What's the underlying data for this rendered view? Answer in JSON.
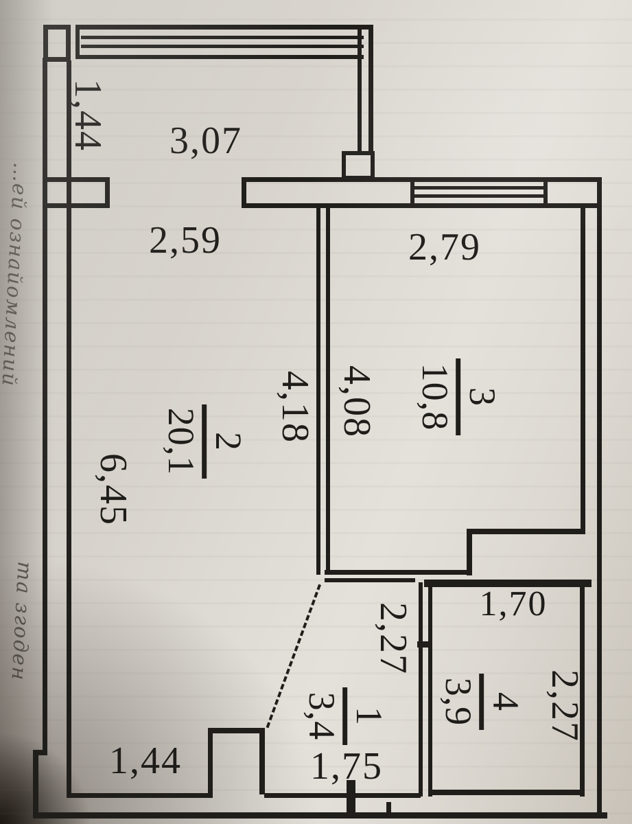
{
  "rooms": {
    "room1": {
      "number": "1",
      "area": "3,4"
    },
    "room2": {
      "number": "2",
      "area": "20,1"
    },
    "room3": {
      "number": "3",
      "area": "10,8"
    },
    "room4": {
      "number": "4",
      "area": "3,9"
    }
  },
  "dimensions": {
    "balcony_width": "1,44",
    "balcony_length": "3,07",
    "hall_opening": "2,59",
    "room3_width": "2,79",
    "room3_depth": "4,08",
    "room2_depth": "4,18",
    "room2_left_side": "6,45",
    "room1_depth": "2,27",
    "room4_width": "1,70",
    "room4_depth": "2,27",
    "room1_width": "1,75",
    "entry_wall": "1,44"
  },
  "handwriting": {
    "fragment_top": "…ей ознайомлений",
    "fragment_bottom": "та згоден"
  },
  "colors": {
    "ink": "#201e1b",
    "paper": "#d8d4cd",
    "paper_light": "#e4e1db",
    "shadow_corner": "#18120d"
  }
}
